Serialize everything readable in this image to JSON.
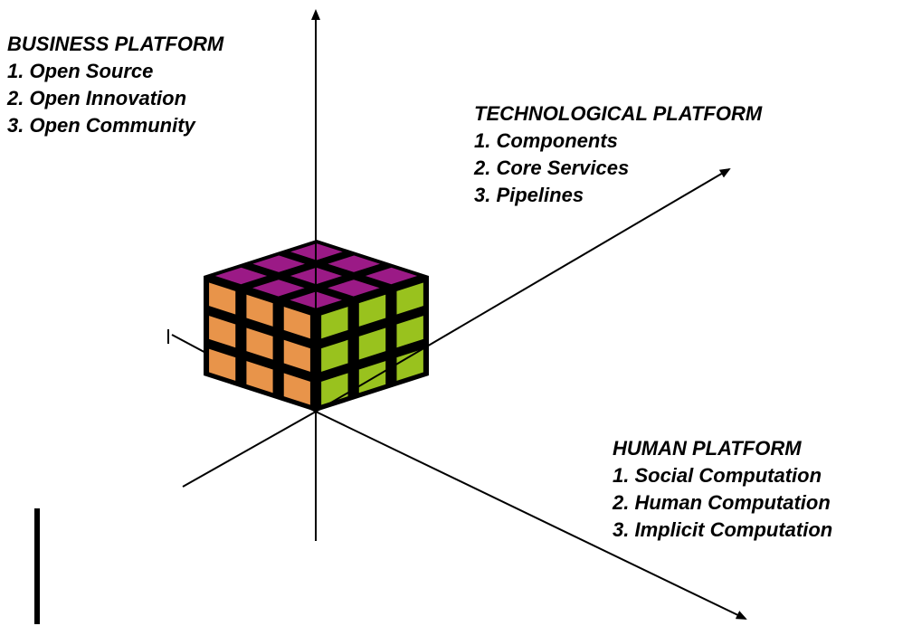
{
  "business": {
    "title": "BUSINESS PLATFORM",
    "items": [
      "1. Open Source",
      "2. Open Innovation",
      "3. Open Community"
    ]
  },
  "technological": {
    "title": "TECHNOLOGICAL PLATFORM",
    "items": [
      "1. Components",
      "2. Core Services",
      "3. Pipelines"
    ]
  },
  "human": {
    "title": "HUMAN PLATFORM",
    "items": [
      "1. Social Computation",
      "2. Human Computation",
      "3. Implicit Computation"
    ]
  },
  "colors": {
    "top_face": "#9b1a86",
    "left_face": "#e8944a",
    "right_face": "#99c21e",
    "edge": "#000000"
  }
}
